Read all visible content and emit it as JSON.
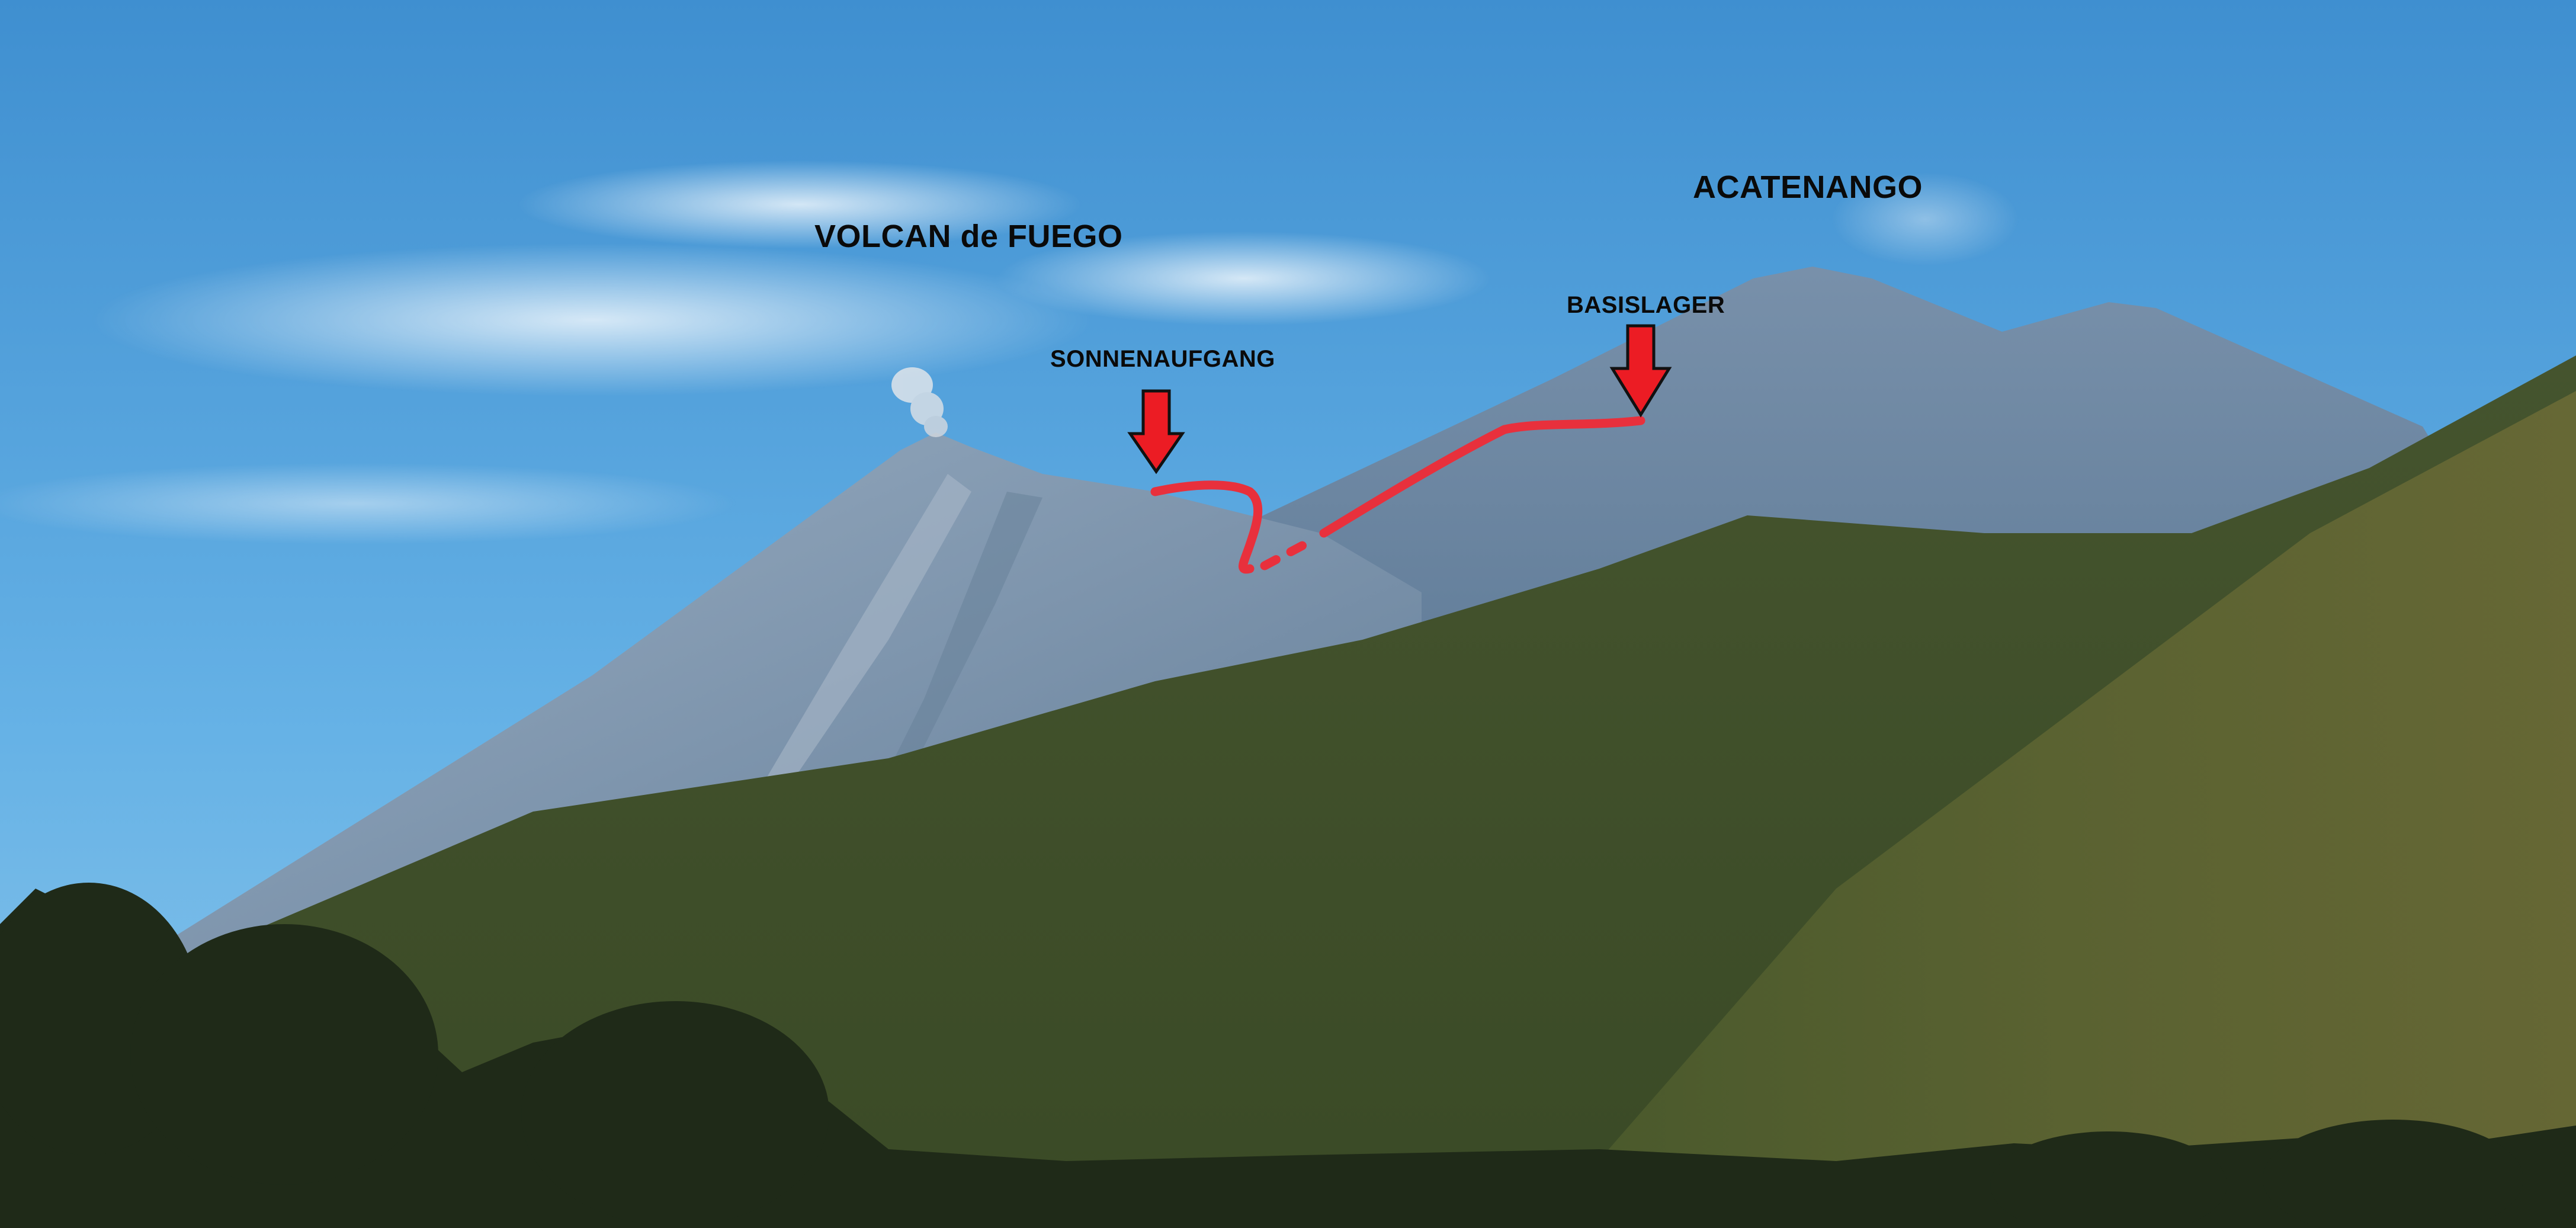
{
  "labels": {
    "fuego": "VOLCAN de FUEGO",
    "acatenango": "ACATENANGO",
    "sunrise": "SONNENAUFGANG",
    "base_camp": "BASISLAGER"
  },
  "colors": {
    "sky_top": "#3f8fd0",
    "sky_bottom": "#7fc0ea",
    "route": "#e8303c",
    "arrow_fill": "#ec1c24",
    "fuego": "#7d95ad",
    "acatenango": "#6f8aa6",
    "forest_dark": "#2e3f22",
    "forest_mid": "#4f5a2c"
  }
}
